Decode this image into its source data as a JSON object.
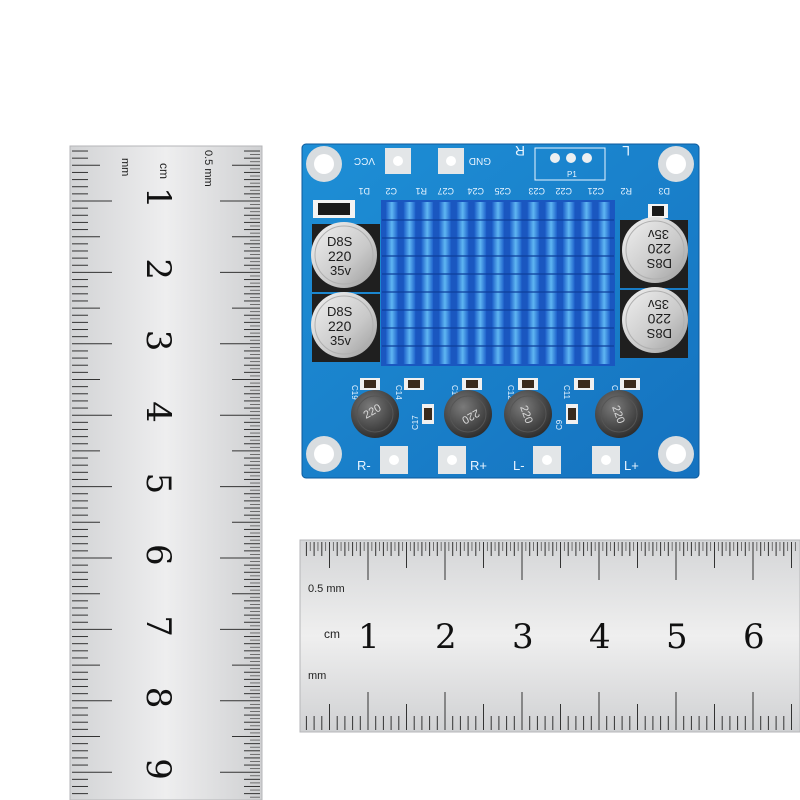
{
  "vertical_ruler": {
    "units": {
      "mm_top": "mm",
      "cm": "cm",
      "half_mm": "0.5 mm"
    },
    "numbers": [
      "1",
      "2",
      "3",
      "4",
      "5",
      "6",
      "7",
      "8",
      "9"
    ]
  },
  "horizontal_ruler": {
    "units": {
      "half_mm": "0.5 mm",
      "cm": "cm",
      "mm": "mm"
    },
    "numbers": [
      "1",
      "2",
      "3",
      "4",
      "5",
      "6"
    ]
  },
  "board": {
    "top_labels": {
      "vcc": "VCC",
      "gnd": "GND",
      "r": "R",
      "l": "L",
      "p1": "P1"
    },
    "component_labels": [
      "D1",
      "C2",
      "R1",
      "C27",
      "C24",
      "C25",
      "C23",
      "C22",
      "C21",
      "R2",
      "D3"
    ],
    "bottom_labels": {
      "r_minus": "R-",
      "r_plus": "R+",
      "l_minus": "L-",
      "l_plus": "L+"
    },
    "mid_labels": [
      "C19",
      "C14",
      "C10",
      "C12",
      "C11",
      "C28",
      "C17",
      "C9"
    ],
    "capacitor_markings": {
      "brand": "D8S",
      "capacitance": "220",
      "voltage": "35v"
    },
    "inductor_marking": "220"
  }
}
